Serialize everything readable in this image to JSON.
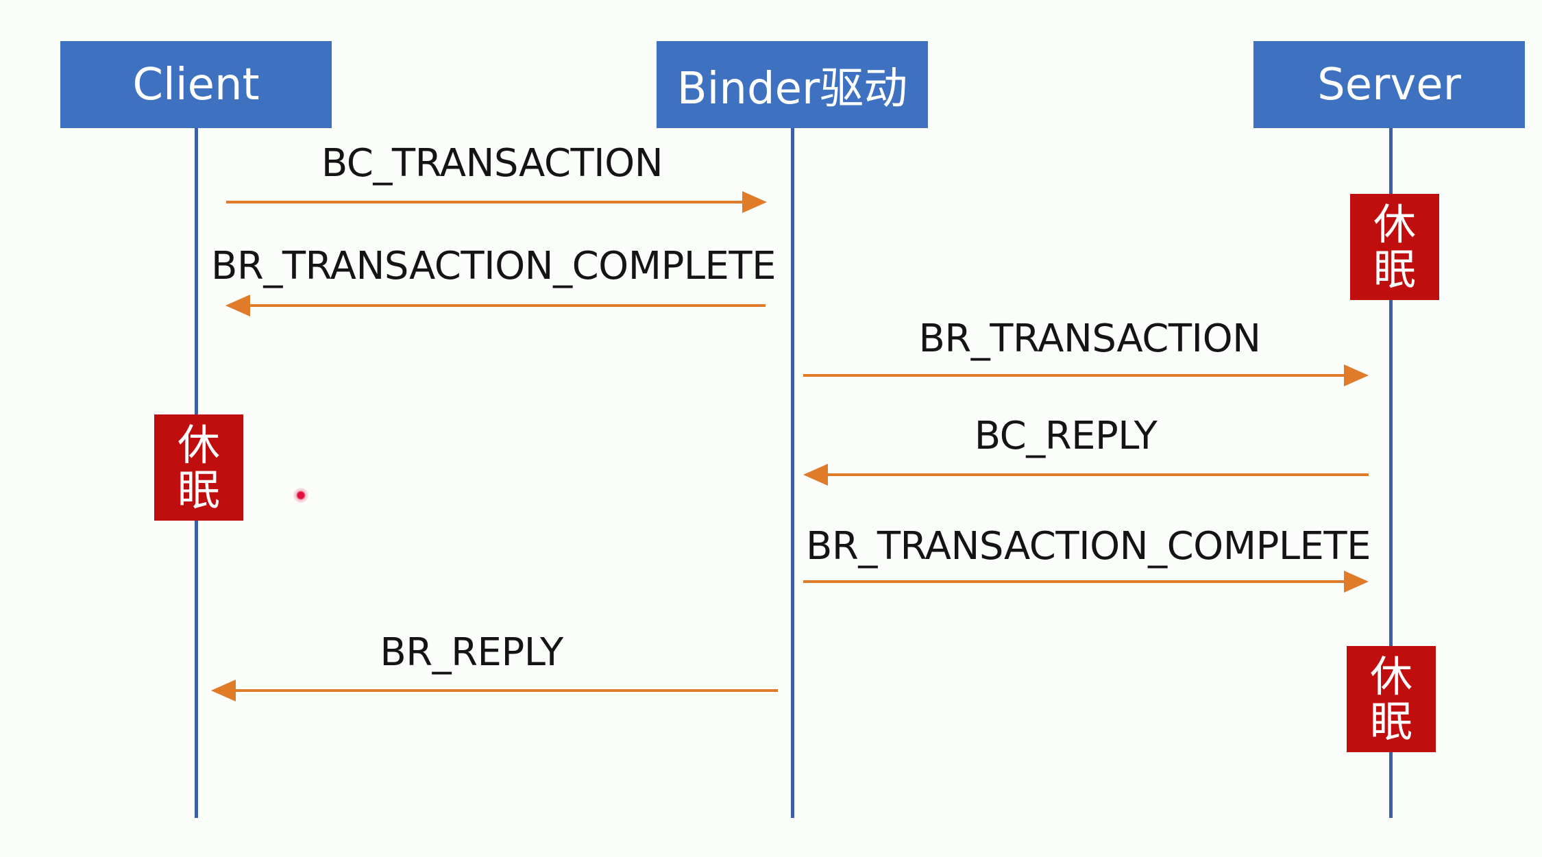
{
  "actors": {
    "client": "Client",
    "binder": "Binder驱动",
    "server": "Server"
  },
  "messages": [
    {
      "label": "BC_TRANSACTION",
      "from": "Client",
      "to": "Binder驱动"
    },
    {
      "label": "BR_TRANSACTION_COMPLETE",
      "from": "Binder驱动",
      "to": "Client"
    },
    {
      "label": "BR_TRANSACTION",
      "from": "Binder驱动",
      "to": "Server"
    },
    {
      "label": "BC_REPLY",
      "from": "Server",
      "to": "Binder驱动"
    },
    {
      "label": "BR_TRANSACTION_COMPLETE",
      "from": "Binder驱动",
      "to": "Server"
    },
    {
      "label": "BR_REPLY",
      "from": "Binder驱动",
      "to": "Client"
    }
  ],
  "sleep_label": {
    "line1": "休",
    "line2": "眠"
  },
  "colors": {
    "actor_fill": "#3e71c0",
    "lifeline": "#3d5fa8",
    "arrow": "#e07b2a",
    "sleep_fill": "#c00d0d"
  }
}
